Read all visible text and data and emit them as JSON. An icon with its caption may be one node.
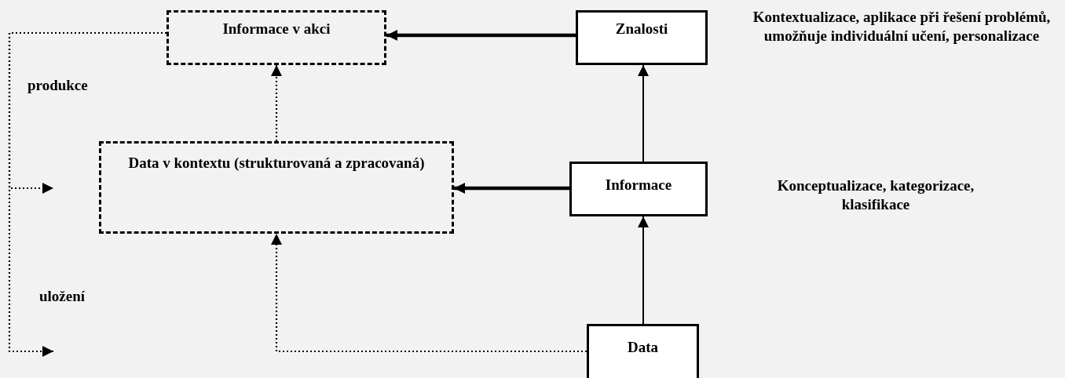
{
  "diagram": {
    "nodes": [
      {
        "text": [
          "Informace v akci"
        ]
      },
      {
        "text": [
          "Znalosti"
        ]
      },
      {
        "text": [
          "Data v kontextu (strukturovaná a zpracovaná)"
        ]
      },
      {
        "text": [
          "Informace"
        ]
      },
      {
        "text": [
          "Data"
        ]
      }
    ],
    "edges": [
      {
        "from": 1,
        "to": 0,
        "arrow": "to",
        "style": "thick"
      },
      {
        "from": 3,
        "to": 2,
        "arrow": "to",
        "style": "thick"
      },
      {
        "from": 4,
        "to": 3,
        "arrow": "to"
      },
      {
        "from": 3,
        "to": 1,
        "arrow": "to"
      },
      {
        "from": 4,
        "to": 2,
        "arrow": "to",
        "style": "dashed"
      },
      {
        "from": 2,
        "to": 0,
        "arrow": "to",
        "style": "dashed"
      },
      {
        "from": 0,
        "to": null,
        "arrow": "to",
        "style": "dashed"
      },
      {
        "from": 0,
        "to": null,
        "arrow": "to",
        "style": "dashed"
      }
    ],
    "labels": [
      "Kontextualizace, aplikace při řešení problémů, umožňuje individuální učení, personalizace",
      "produkce",
      "Konceptualizace, kategorizace, klasifikace",
      "uložení"
    ]
  }
}
